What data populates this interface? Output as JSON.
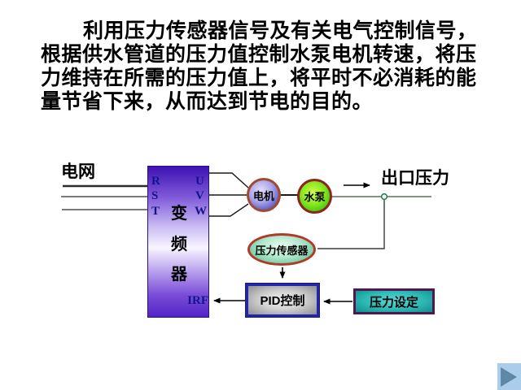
{
  "slide": {
    "paragraph_lines": [
      "利用压力传感器信号及有关电气控制信号，",
      "根据供水管道的压力值控制水泵电机转速，将压",
      "力维持在所需的压力值上，将平时不必消耗的能",
      "量节省下来，从而达到节电的目的。"
    ]
  },
  "diagram": {
    "power_grid_label": "电网",
    "outlet_pressure_label": "出口压力",
    "inverter": {
      "input_terminals": [
        "R",
        "S",
        "T"
      ],
      "output_terminals": [
        "U",
        "V",
        "W"
      ],
      "name_chars": [
        "变",
        "频",
        "器"
      ],
      "feedback_terminal": "IRF"
    },
    "motor_label": "电机",
    "pump_label": "水泵",
    "sensor_label": "压力传感器",
    "pid_label": "PID控制",
    "setpoint_label": "压力设定"
  },
  "colors": {
    "inverter_purple": "#5224c8",
    "motor_fill_blue": "#6a66cc",
    "motor_border_red": "#a04a30",
    "pump_fill_green": "#58d818",
    "pump_border_maroon": "#8e241e",
    "sensor_fill_teal": "#8fd8b4",
    "sensor_border_red": "#b23828",
    "pid_border_blue": "#2424b4",
    "setpoint_fill_teal": "#1ea8a4",
    "setpoint_border_purple": "#521650",
    "terminal_text_navy": "#14148c",
    "nav_button_bg_blue": "#aacdec",
    "nav_triangle_blue": "#5f87a8"
  },
  "nav": {
    "next_icon": "play-triangle"
  }
}
